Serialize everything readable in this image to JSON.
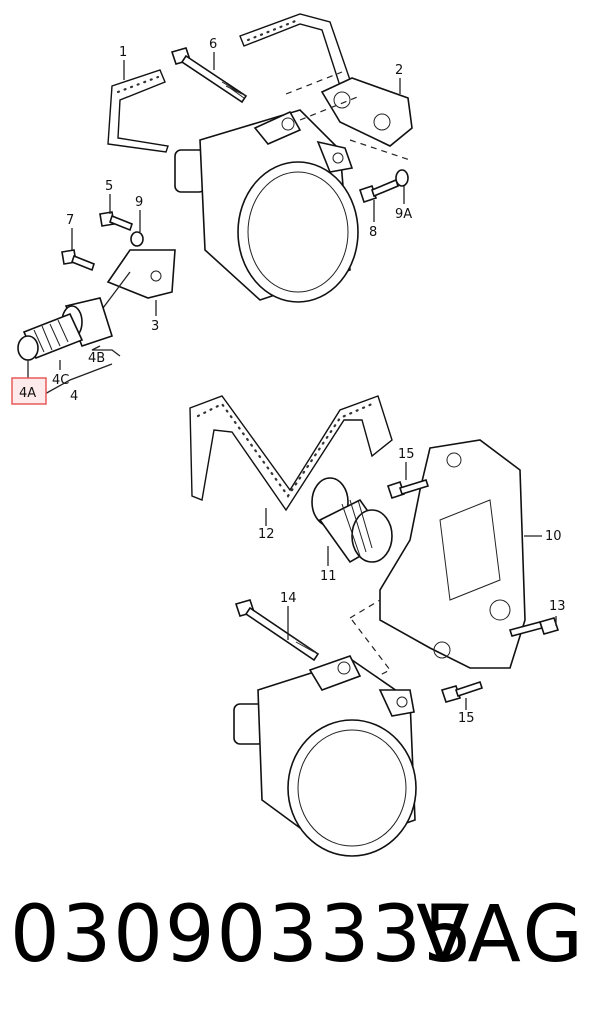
{
  "labels": {
    "l1": "1",
    "l2": "2",
    "l3": "3",
    "l4": "4",
    "l4a": "4A",
    "l4b": "4B",
    "l4c": "4C",
    "l5": "5",
    "l6": "6",
    "l7": "7",
    "l8": "8",
    "l9": "9",
    "l9a": "9A",
    "l10": "10",
    "l11": "11",
    "l12": "12",
    "l13": "13",
    "l14": "14",
    "l15a": "15",
    "l15b": "15"
  },
  "footer": {
    "part_number": "030903335",
    "brand": "VAG"
  },
  "colors": {
    "highlight": "#e85a5a",
    "line": "#111111"
  }
}
